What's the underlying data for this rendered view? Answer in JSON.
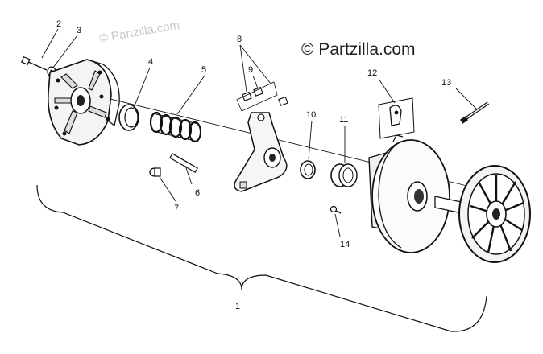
{
  "watermarks": {
    "main": "© Partzilla.com",
    "faint": "© Partzilla.com"
  },
  "callouts": [
    "1",
    "2",
    "3",
    "4",
    "5",
    "6",
    "7",
    "8",
    "9",
    "10",
    "11",
    "12",
    "13",
    "14"
  ],
  "colors": {
    "ink": "#111111",
    "background": "#ffffff"
  }
}
